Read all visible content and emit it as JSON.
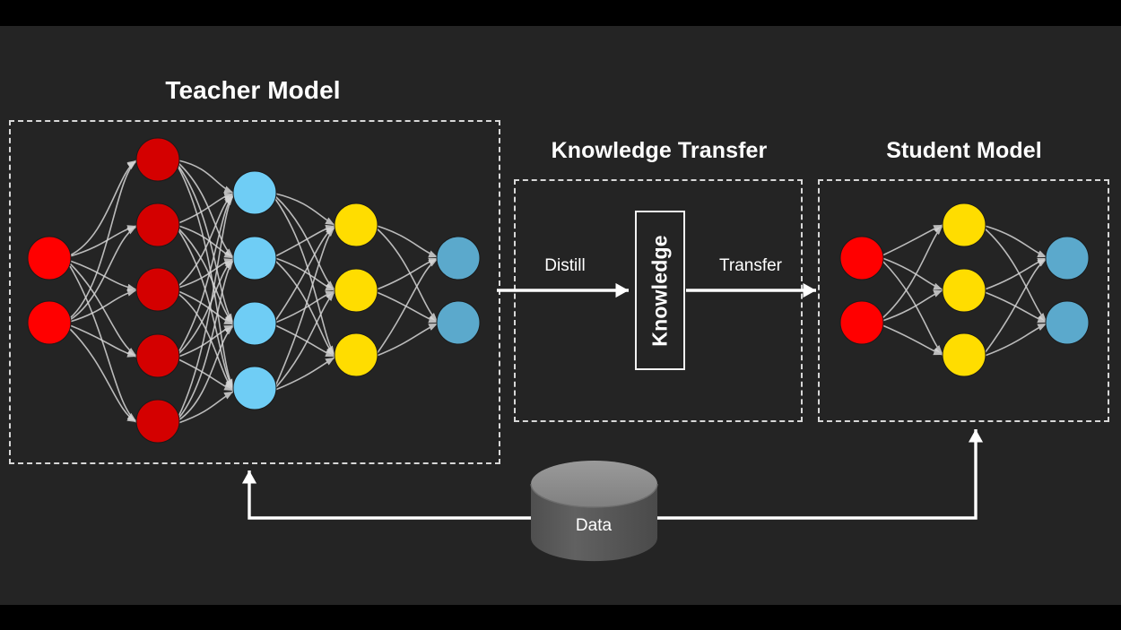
{
  "canvas": {
    "background": "#242424",
    "letterbox_color": "#000000"
  },
  "titles": {
    "teacher": "Teacher Model",
    "knowledge_transfer": "Knowledge Transfer",
    "student": "Student Model"
  },
  "knowledge": {
    "label": "Knowledge"
  },
  "arrows": {
    "distill": "Distill",
    "transfer": "Transfer"
  },
  "data_store": {
    "label": "Data",
    "top_color": "#8c8c8c",
    "body_color": "#5a5a5a"
  },
  "palette": {
    "input_red": "#ff0000",
    "hidden_dark_red": "#d40000",
    "light_blue": "#6fcdf5",
    "yellow": "#ffdd00",
    "steel_blue": "#5ba9cc",
    "edge": "#d6d6d6",
    "dashed_border": "#d8d8d8",
    "text": "#ffffff"
  },
  "teacher_network": {
    "layers": [
      {
        "name": "input",
        "count": 2,
        "color": "#ff0000"
      },
      {
        "name": "hidden-1",
        "count": 5,
        "color": "#d40000"
      },
      {
        "name": "hidden-2",
        "count": 4,
        "color": "#6fcdf5"
      },
      {
        "name": "hidden-3",
        "count": 3,
        "color": "#ffdd00"
      },
      {
        "name": "output",
        "count": 2,
        "color": "#5ba9cc"
      }
    ]
  },
  "student_network": {
    "layers": [
      {
        "name": "input",
        "count": 2,
        "color": "#ff0000"
      },
      {
        "name": "hidden-1",
        "count": 3,
        "color": "#ffdd00"
      },
      {
        "name": "output",
        "count": 2,
        "color": "#5ba9cc"
      }
    ]
  }
}
